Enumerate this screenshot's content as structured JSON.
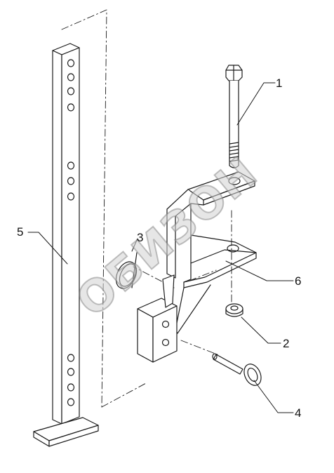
{
  "diagram": {
    "callouts": [
      {
        "id": "1",
        "text": "1"
      },
      {
        "id": "2",
        "text": "2"
      },
      {
        "id": "3",
        "text": "3"
      },
      {
        "id": "4",
        "text": "4"
      },
      {
        "id": "5",
        "text": "5"
      },
      {
        "id": "6",
        "text": "6"
      }
    ],
    "watermark": "ОБИЗОН"
  }
}
